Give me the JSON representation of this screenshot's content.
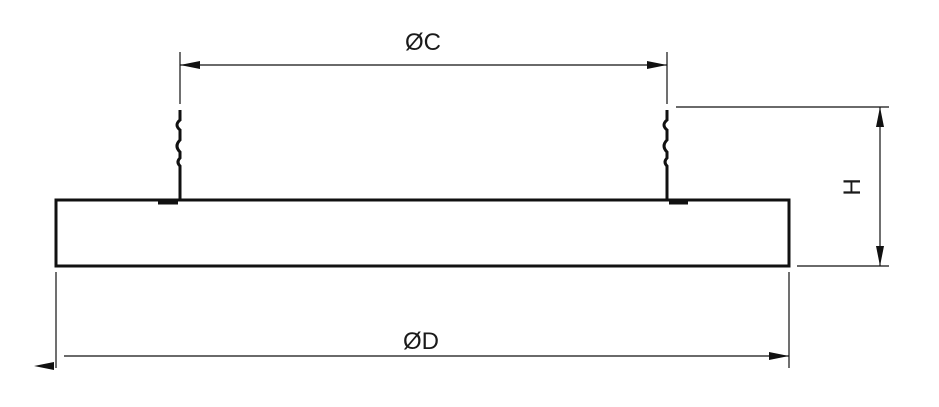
{
  "dimensions": {
    "outer_diameter_label": "ØD",
    "collar_diameter_label": "ØC",
    "height_label": "H"
  },
  "colors": {
    "line": "#111111",
    "background": "#ffffff"
  }
}
